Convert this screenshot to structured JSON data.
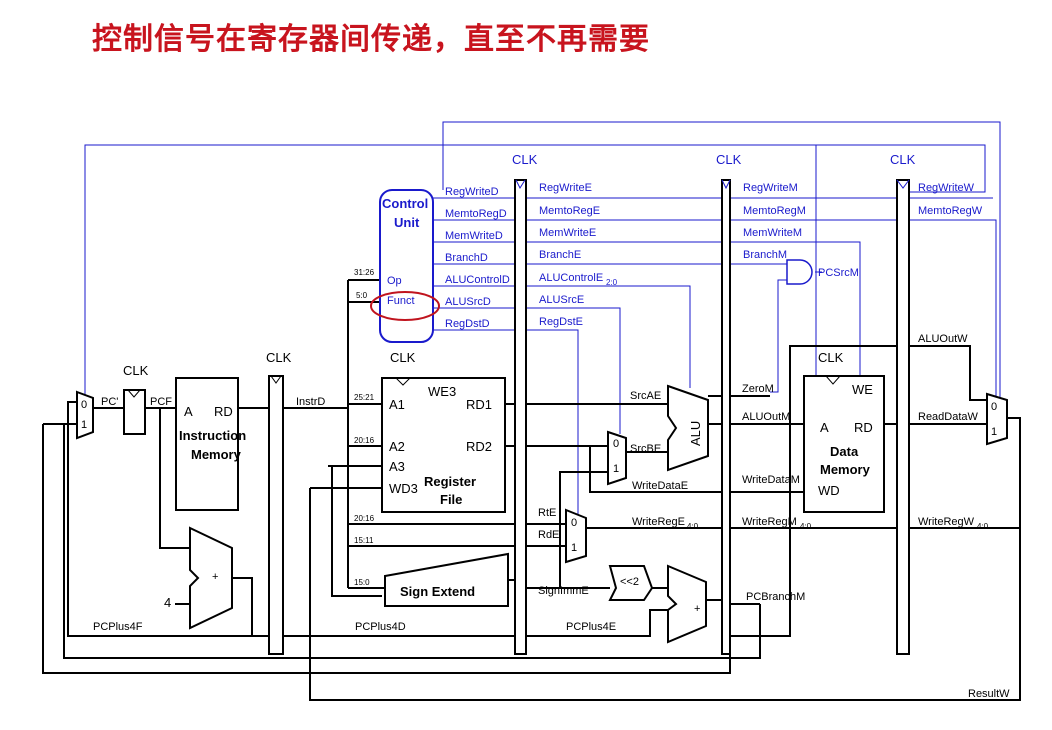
{
  "title": "控制信号在寄存器间传递，直至不再需要",
  "colors": {
    "title": "#c8141e",
    "control": "#1a1acc",
    "datapath": "#000000",
    "highlight": "#c0141e"
  },
  "clk": "CLK",
  "control_unit": {
    "title1": "Control",
    "title2": "Unit",
    "op": "Op",
    "funct": "Funct"
  },
  "bits": {
    "op": "31:26",
    "funct": "5:0",
    "rs": "25:21",
    "rt": "20:16",
    "rt2": "20:16",
    "rd": "15:11",
    "imm": "15:0"
  },
  "decode": [
    "RegWriteD",
    "MemtoRegD",
    "MemWriteD",
    "BranchD",
    "ALUControlD",
    "ALUSrcD",
    "RegDstD"
  ],
  "execute": [
    "RegWriteE",
    "MemtoRegE",
    "MemWriteE",
    "BranchE",
    "ALUControlE",
    "ALUSrcE",
    "RegDstE"
  ],
  "alucontrol_sub": "2:0",
  "memory": [
    "RegWriteM",
    "MemtoRegM",
    "MemWriteM",
    "BranchM"
  ],
  "writeback": [
    "RegWriteW",
    "MemtoRegW"
  ],
  "pcsrc": "PCSrcM",
  "mux": {
    "zero": "0",
    "one": "1"
  },
  "fetch": {
    "pc_next": "PC'",
    "pcf": "PCF",
    "imem_a": "A",
    "imem_rd": "RD",
    "imem_1": "Instruction",
    "imem_2": "Memory",
    "four": "4",
    "plus": "+",
    "pcplus4f": "PCPlus4F"
  },
  "decode_stage": {
    "instrd": "InstrD",
    "we3": "WE3",
    "a1": "A1",
    "a2": "A2",
    "a3": "A3",
    "wd3": "WD3",
    "rd1": "RD1",
    "rd2": "RD2",
    "rf1": "Register",
    "rf2": "File",
    "signext": "Sign Extend",
    "pcplus4d": "PCPlus4D"
  },
  "execute_stage": {
    "srcae": "SrcAE",
    "srcbe": "SrcBE",
    "alu": "ALU",
    "writedatae": "WriteDataE",
    "rte": "RtE",
    "rde": "RdE",
    "writerege": "WriteRegE",
    "writerege_sub": "4:0",
    "signimme": "SignImmE",
    "shift": "<<2",
    "pcplus4e": "PCPlus4E"
  },
  "memory_stage": {
    "zerom": "ZeroM",
    "aluoutm": "ALUOutM",
    "writedatam": "WriteDataM",
    "writeregm": "WriteRegM",
    "writeregm_sub": "4:0",
    "pcbranchm": "PCBranchM",
    "dmem_we": "WE",
    "dmem_a": "A",
    "dmem_rd": "RD",
    "dmem_wd": "WD",
    "dmem1": "Data",
    "dmem2": "Memory"
  },
  "writeback_stage": {
    "aluoutw": "ALUOutW",
    "readdataw": "ReadDataW",
    "writeregw": "WriteRegW",
    "writeregw_sub": "4:0",
    "resultw": "ResultW"
  }
}
